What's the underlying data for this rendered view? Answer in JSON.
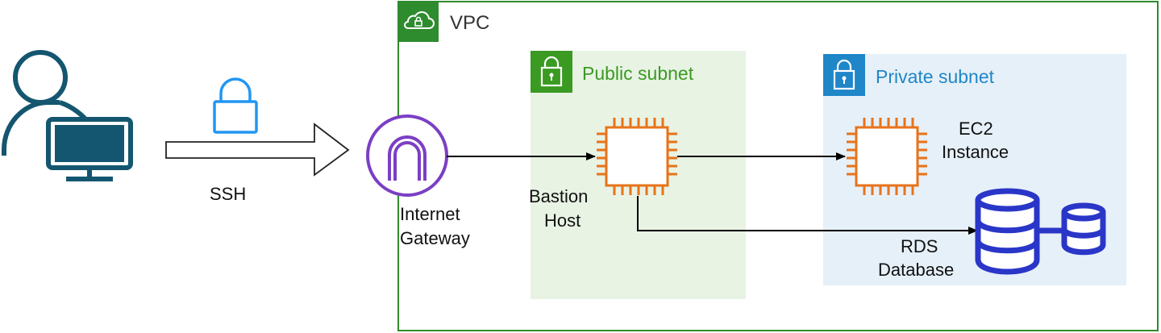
{
  "vpc": {
    "label": "VPC",
    "color": "#2E8B2E"
  },
  "public_subnet": {
    "label": "Public subnet",
    "color": "#3A9A22",
    "fill": "#E8F3E4"
  },
  "private_subnet": {
    "label": "Private subnet",
    "color": "#1F86C8",
    "fill": "#E6F0F8"
  },
  "user": {
    "icon": "user-computer-icon",
    "color": "#14566F"
  },
  "ssh": {
    "label": "SSH",
    "icon": "lock-icon",
    "color": "#2196F3"
  },
  "internet_gateway": {
    "line1": "Internet",
    "line2": "Gateway",
    "color": "#7B3FC4"
  },
  "bastion_host": {
    "line1": "Bastion",
    "line2": "Host",
    "color": "#E8731A"
  },
  "ec2_instance": {
    "line1": "EC2",
    "line2": "Instance",
    "color": "#E8731A"
  },
  "rds_database": {
    "line1": "RDS",
    "line2": "Database",
    "color": "#2A36C8"
  }
}
